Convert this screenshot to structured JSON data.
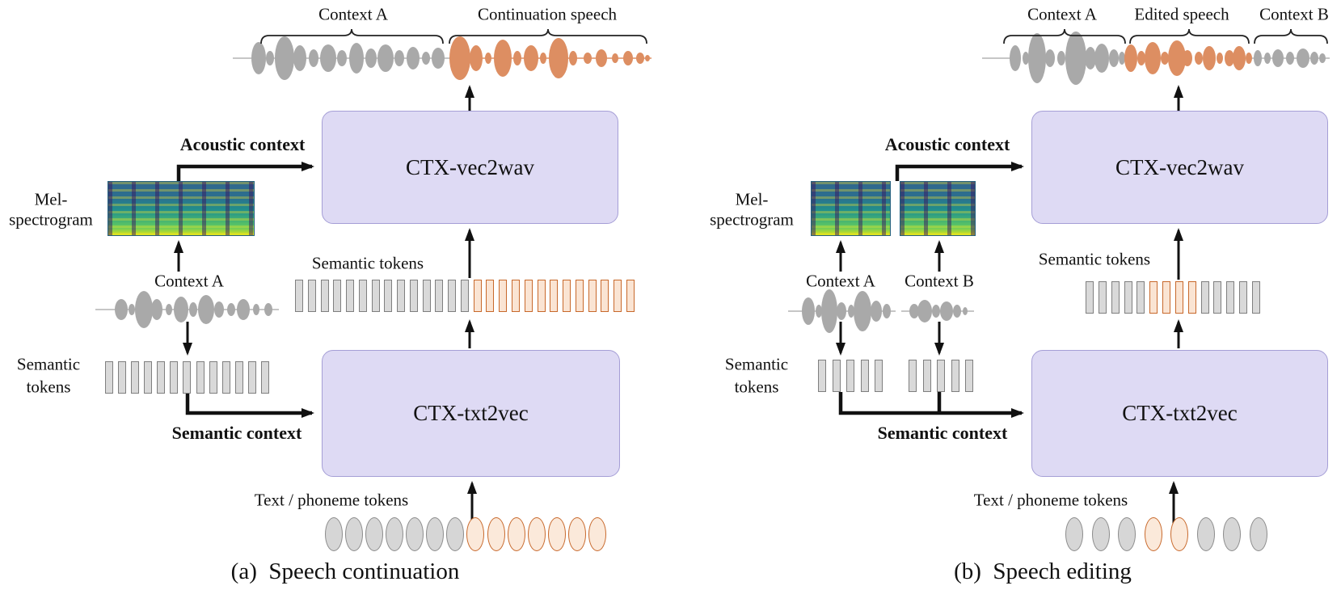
{
  "colors": {
    "context_gray": "#a9a9a9",
    "generated_orange": "#dd8e62",
    "module_fill": "#dedaf4",
    "module_border": "#a59ed6"
  },
  "panel_a": {
    "caption": "(a)  Speech continuation",
    "top_label_context_a": "Context A",
    "top_label_generated": "Continuation speech",
    "vec2wav_label": "CTX-vec2wav",
    "txt2vec_label": "CTX-txt2vec",
    "acoustic_context_label": "Acoustic context",
    "semantic_context_label": "Semantic context",
    "mel_label_line1": "Mel-",
    "mel_label_line2": "spectrogram",
    "context_a_label": "Context A",
    "semantic_side_line1": "Semantic",
    "semantic_side_line2": "tokens",
    "semantic_tokens_label": "Semantic tokens",
    "text_tokens_label": "Text / phoneme tokens",
    "token_rows": {
      "context": {
        "shape": "bar",
        "segments": [
          {
            "color": "gray",
            "count": 13
          }
        ]
      },
      "main": {
        "shape": "bar",
        "segments": [
          {
            "color": "gray",
            "count": 14
          },
          {
            "color": "orange",
            "count": 13
          }
        ]
      },
      "phonemes": {
        "shape": "ellipse",
        "segments": [
          {
            "color": "gray",
            "count": 7
          },
          {
            "color": "orange",
            "count": 7
          }
        ]
      }
    }
  },
  "panel_b": {
    "caption": "(b)  Speech editing",
    "top_label_context_a": "Context A",
    "top_label_generated": "Edited speech",
    "top_label_context_b": "Context B",
    "vec2wav_label": "CTX-vec2wav",
    "txt2vec_label": "CTX-txt2vec",
    "acoustic_context_label": "Acoustic context",
    "semantic_context_label": "Semantic context",
    "mel_label_line1": "Mel-",
    "mel_label_line2": "spectrogram",
    "context_a_label": "Context A",
    "context_b_label": "Context B",
    "semantic_side_line1": "Semantic",
    "semantic_side_line2": "tokens",
    "semantic_tokens_label": "Semantic tokens",
    "text_tokens_label": "Text / phoneme tokens",
    "token_rows": {
      "context_a": {
        "shape": "bar",
        "segments": [
          {
            "color": "gray",
            "count": 5
          }
        ]
      },
      "context_b": {
        "shape": "bar",
        "segments": [
          {
            "color": "gray",
            "count": 5
          }
        ]
      },
      "main": {
        "shape": "bar",
        "segments": [
          {
            "color": "gray",
            "count": 5
          },
          {
            "color": "orange",
            "count": 4
          },
          {
            "color": "gray",
            "count": 5
          }
        ]
      },
      "phonemes": {
        "shape": "ellipse",
        "segments": [
          {
            "color": "gray",
            "count": 3
          },
          {
            "color": "orange",
            "count": 2
          },
          {
            "color": "gray",
            "count": 3
          }
        ]
      }
    }
  }
}
